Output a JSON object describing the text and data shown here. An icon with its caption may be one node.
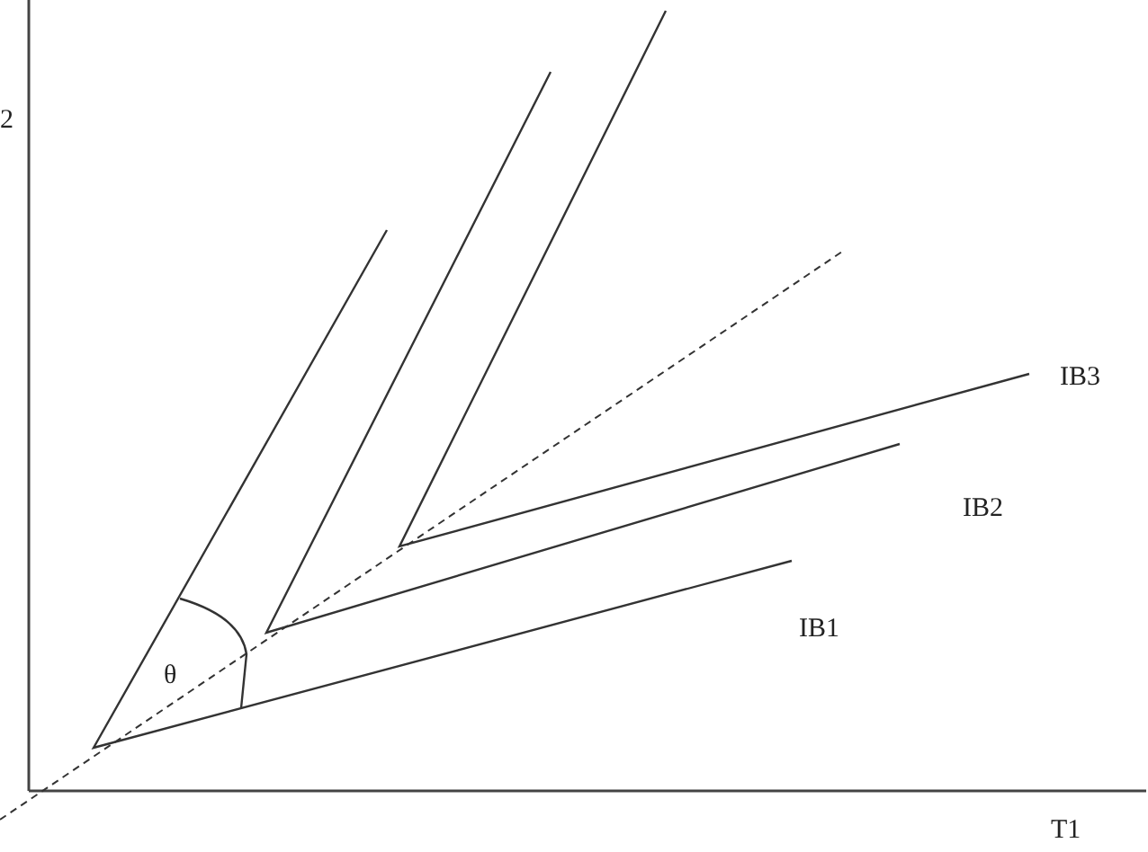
{
  "diagram": {
    "labels": [
      "2",
      "IB3",
      "IB2",
      "θ",
      "IB1",
      "T1"
    ]
  }
}
